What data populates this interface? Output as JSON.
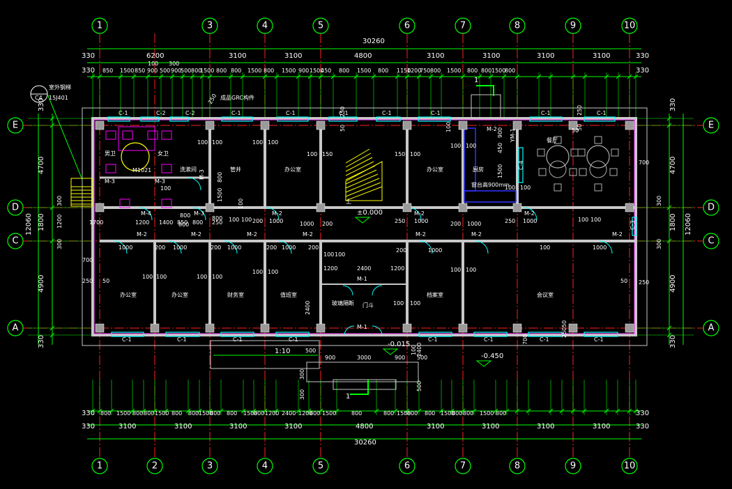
{
  "colors": {
    "background": "#000000",
    "wall": "#c8c8c8",
    "grid_axis": "#ff2020",
    "dimension": "#00ff00",
    "text": "#ffffff",
    "window": "#00ffff",
    "stair": "#ffff00",
    "furniture": "#ff00ff",
    "kitchen": "#3333ff"
  },
  "axes": {
    "columns_top": [
      "1",
      "3",
      "4",
      "5",
      "6",
      "7",
      "8",
      "9",
      "10"
    ],
    "columns_bottom": [
      "1",
      "2",
      "3",
      "4",
      "5",
      "6",
      "7",
      "8",
      "9",
      "10"
    ],
    "rows": [
      "E",
      "D",
      "C",
      "A"
    ]
  },
  "dimensions": {
    "total": "30260",
    "edge": "330",
    "top_mid": [
      "6200",
      "3100",
      "3100",
      "4800",
      "3100",
      "3100",
      "3100",
      "3100"
    ],
    "top_sub": [
      "100",
      "300"
    ],
    "top_detail": [
      "850",
      "1500",
      "850",
      "900",
      "500",
      "900",
      "500",
      "800",
      "1500",
      "800",
      "800",
      "1500",
      "800",
      "1500",
      "900",
      "1500",
      "450",
      "800",
      "1500",
      "800",
      "1150",
      "1200",
      "750",
      "800",
      "1500",
      "800",
      "800",
      "1500",
      "800"
    ],
    "bottom_detail": [
      "800",
      "1500",
      "800",
      "800",
      "1500",
      "800",
      "800",
      "1500",
      "800",
      "800",
      "1500",
      "800",
      "1200",
      "2400",
      "1200",
      "800",
      "1500",
      "800",
      "800",
      "1500",
      "800",
      "800",
      "1500",
      "800",
      "800",
      "1500",
      "800"
    ],
    "bottom_mid": [
      "3100",
      "3100",
      "3100",
      "3100",
      "4800",
      "3100",
      "3100",
      "3100",
      "3100"
    ],
    "side": [
      "330",
      "4700",
      "1800",
      "4900",
      "330"
    ],
    "side_total": "12060",
    "left_extra": [
      "300",
      "1200",
      "300",
      "700",
      "250"
    ],
    "right_extra": [
      "700",
      "300",
      "300",
      "250"
    ]
  },
  "labels": {
    "detail_note": "室外钢梯",
    "detail_ref": "15J401",
    "detail_num": "C4",
    "grc_note": "成品GRC构件",
    "grc_dim": "250",
    "section_mark": "1",
    "elev_main": "±0.000",
    "elev_entry": "-0.015",
    "elev_outside": "-0.450",
    "ramp": "1:10",
    "stair_up": "上",
    "door_hall": "门斗",
    "glass_door": "玻璃隔断",
    "counter": "窗台高900mm",
    "kitchen": "厨房",
    "dining": "餐厅",
    "office": "办公室",
    "toilet_m": "男卫",
    "toilet_f": "女卫",
    "duty": "值班室",
    "finance": "财务室",
    "archive": "档案室",
    "meeting": "会议室",
    "wash": "洗漱间",
    "pipe": "管井"
  },
  "tags": {
    "window": [
      "C-1",
      "C-2",
      "C-3",
      "C-4"
    ],
    "door": [
      "M-1",
      "M-2",
      "M-3",
      "M1021",
      "YM-1",
      "M-4"
    ]
  }
}
